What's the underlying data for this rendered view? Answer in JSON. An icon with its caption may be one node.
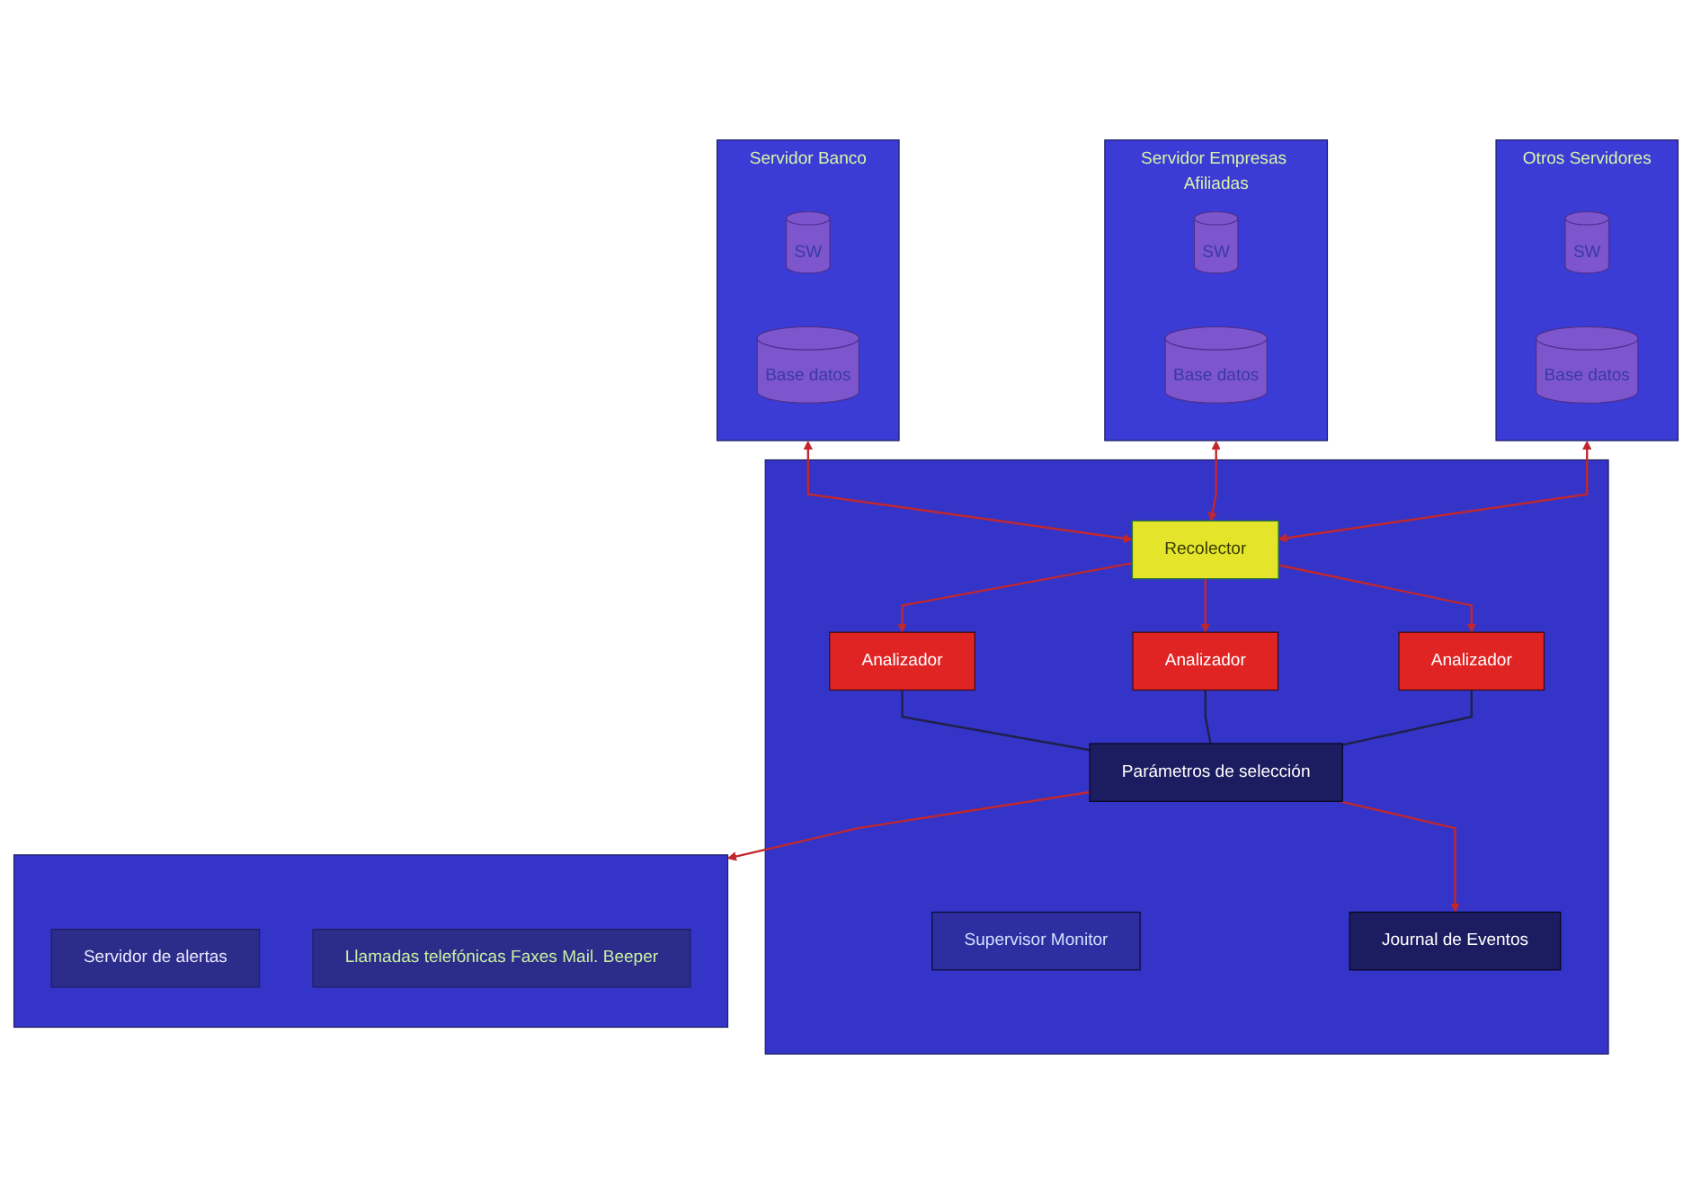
{
  "diagram": {
    "nodes": [
      {
        "text": [
          "Servidor Banco"
        ]
      },
      {
        "text": [
          "SW"
        ],
        "in": 0
      },
      {
        "text": [
          "Base datos"
        ],
        "in": 0
      },
      {
        "text": [
          "Servidor Empresas Afiliadas"
        ]
      },
      {
        "text": [
          "SW"
        ],
        "in": 3
      },
      {
        "text": [
          "Base datos"
        ],
        "in": 3
      },
      {
        "text": [
          "Otros Servidores"
        ]
      },
      {
        "text": [
          "SW"
        ],
        "in": 6
      },
      {
        "text": [
          "Base datos"
        ],
        "in": 6
      },
      {
        "text": [],
        "shape": "box"
      },
      {
        "text": [
          "Recolector"
        ],
        "in": 9
      },
      {
        "text": [
          "Supervisor Monitor"
        ],
        "in": 9
      },
      {
        "text": [
          "Analizador"
        ],
        "in": 9
      },
      {
        "text": [
          "Analizador"
        ],
        "in": 9
      },
      {
        "text": [
          "Analizador"
        ],
        "in": 9
      },
      {
        "text": [
          "Journal de Eventos"
        ],
        "in": 9
      },
      {
        "text": [
          "Parámetros de selección"
        ],
        "in": 9
      },
      {
        "text": [],
        "shape": "box"
      },
      {
        "text": [
          "Servidor de alertas"
        ],
        "in": 17
      },
      {
        "text": [
          "Llamadas telefónicas Faxes Mail. Beeper"
        ],
        "in": 17
      }
    ],
    "edges": [
      {
        "from": 0,
        "to": 10,
        "arrow": "both"
      },
      {
        "from": 3,
        "to": 10,
        "arrow": "both"
      },
      {
        "from": 6,
        "to": 10,
        "arrow": "both"
      },
      {
        "from": 10,
        "to": 12,
        "arrow": "to"
      },
      {
        "from": 10,
        "to": 13,
        "arrow": "to"
      },
      {
        "from": 10,
        "to": 14,
        "arrow": "to"
      },
      {
        "from": 12,
        "to": 16,
        "arrow": "none",
        "color": "#20204a"
      },
      {
        "from": 13,
        "to": 16,
        "arrow": "none",
        "color": "#20204a"
      },
      {
        "from": 14,
        "to": 16,
        "arrow": "none",
        "color": "#20204a"
      },
      {
        "from": 16,
        "to": 15,
        "arrow": "to"
      },
      {
        "from": 16,
        "to": 17,
        "arrow": "to"
      }
    ]
  }
}
